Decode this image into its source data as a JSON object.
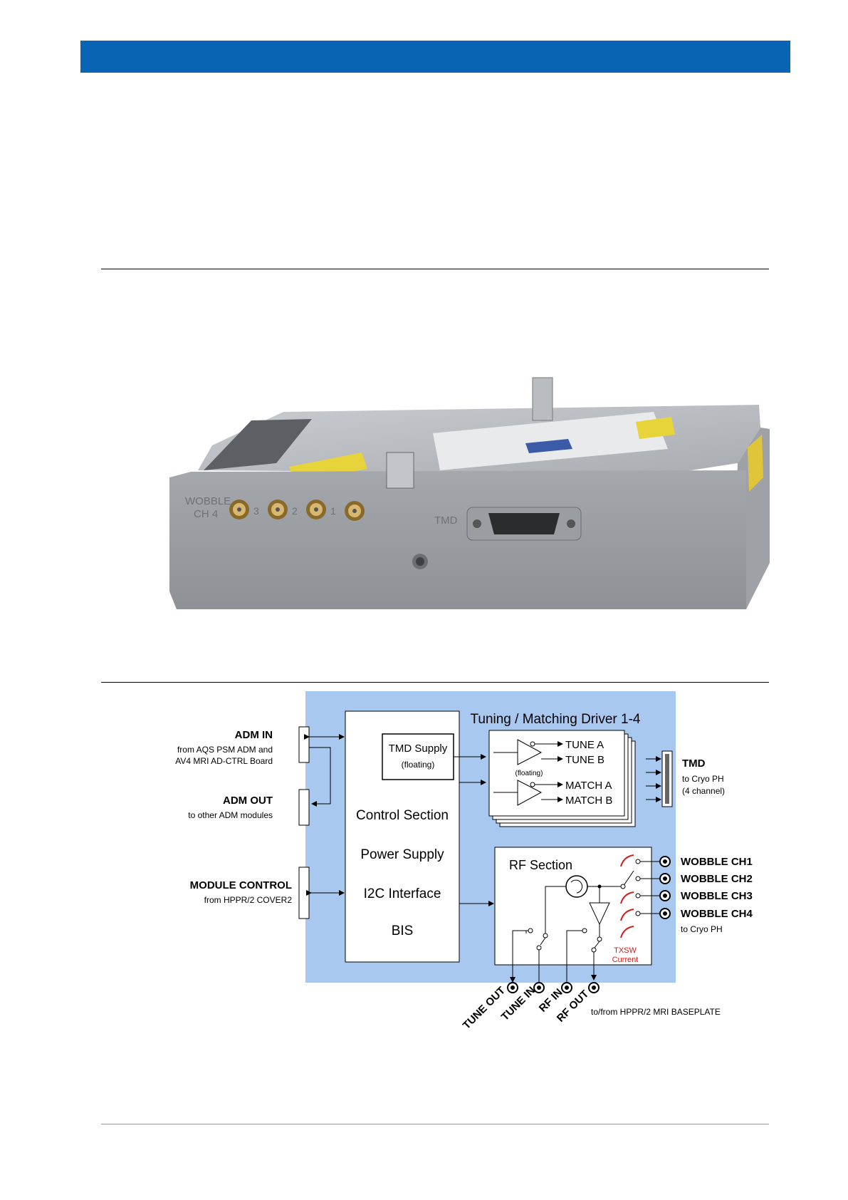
{
  "colors": {
    "header_bar": "#0a64b4",
    "diagram_bg": "#a9c8ef",
    "txsw": "#c81e1e"
  },
  "photo": {
    "label_wobble_top": "WOBBLE",
    "label_wobble_bottom": "CH 4",
    "port_3": "3",
    "port_2": "2",
    "port_1": "1",
    "label_tmd": "TMD"
  },
  "diagram": {
    "title": "Tuning / Matching Driver 1-4",
    "tmd_supply": "TMD Supply",
    "tmd_supply_sub": "(floating)",
    "floating": "(floating)",
    "tune_a": "TUNE A",
    "tune_b": "TUNE B",
    "match_a": "MATCH A",
    "match_b": "MATCH B",
    "control_section": "Control Section",
    "power_supply": "Power Supply",
    "i2c": "I2C Interface",
    "bis": "BIS",
    "rf_section": "RF Section",
    "adm_in": "ADM IN",
    "adm_in_sub1": "from AQS PSM ADM and",
    "adm_in_sub2": "AV4 MRI AD-CTRL Board",
    "adm_out": "ADM OUT",
    "adm_out_sub": "to other ADM modules",
    "module_control": "MODULE CONTROL",
    "module_control_sub": "from HPPR/2 COVER2",
    "tmd": "TMD",
    "tmd_sub1": "to Cryo PH",
    "tmd_sub2": "(4 channel)",
    "wobble_ch1": "WOBBLE CH1",
    "wobble_ch2": "WOBBLE CH2",
    "wobble_ch3": "WOBBLE CH3",
    "wobble_ch4": "WOBBLE CH4",
    "wobble_sub": "to Cryo PH",
    "txsw": "TXSW",
    "current": "Current",
    "tune_out": "TUNE OUT",
    "tune_in": "TUNE IN",
    "rf_in": "RF IN",
    "rf_out": "RF OUT",
    "baseplate": "to/from HPPR/2 MRI BASEPLATE"
  }
}
